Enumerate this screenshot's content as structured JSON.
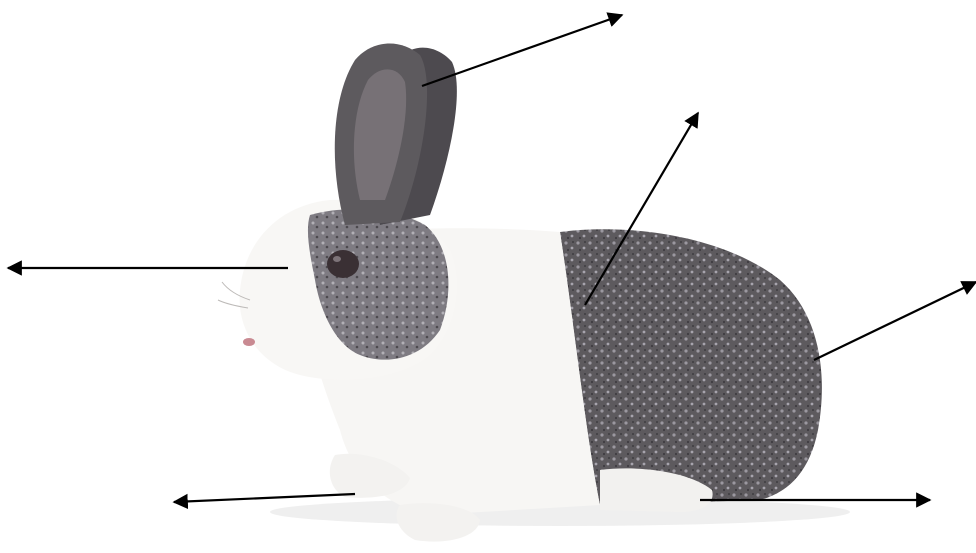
{
  "diagram": {
    "subject": "rabbit-figure",
    "arrow_count": 6,
    "arrows": [
      {
        "id": "ear",
        "target": "ear"
      },
      {
        "id": "back",
        "target": "back"
      },
      {
        "id": "rump",
        "target": "rump"
      },
      {
        "id": "head",
        "target": "head"
      },
      {
        "id": "front-paw",
        "target": "front-paw"
      },
      {
        "id": "hind-foot",
        "target": "hind-foot"
      }
    ],
    "labels": []
  },
  "colors": {
    "background": "#ffffff",
    "arrow": "#000000",
    "fur_white": "#f7f6f4",
    "fur_dark": "#5d5a5e",
    "fur_mid": "#8b8890",
    "ear_inner": "#777176",
    "eye": "#3a3034",
    "nose": "#c98a92"
  }
}
